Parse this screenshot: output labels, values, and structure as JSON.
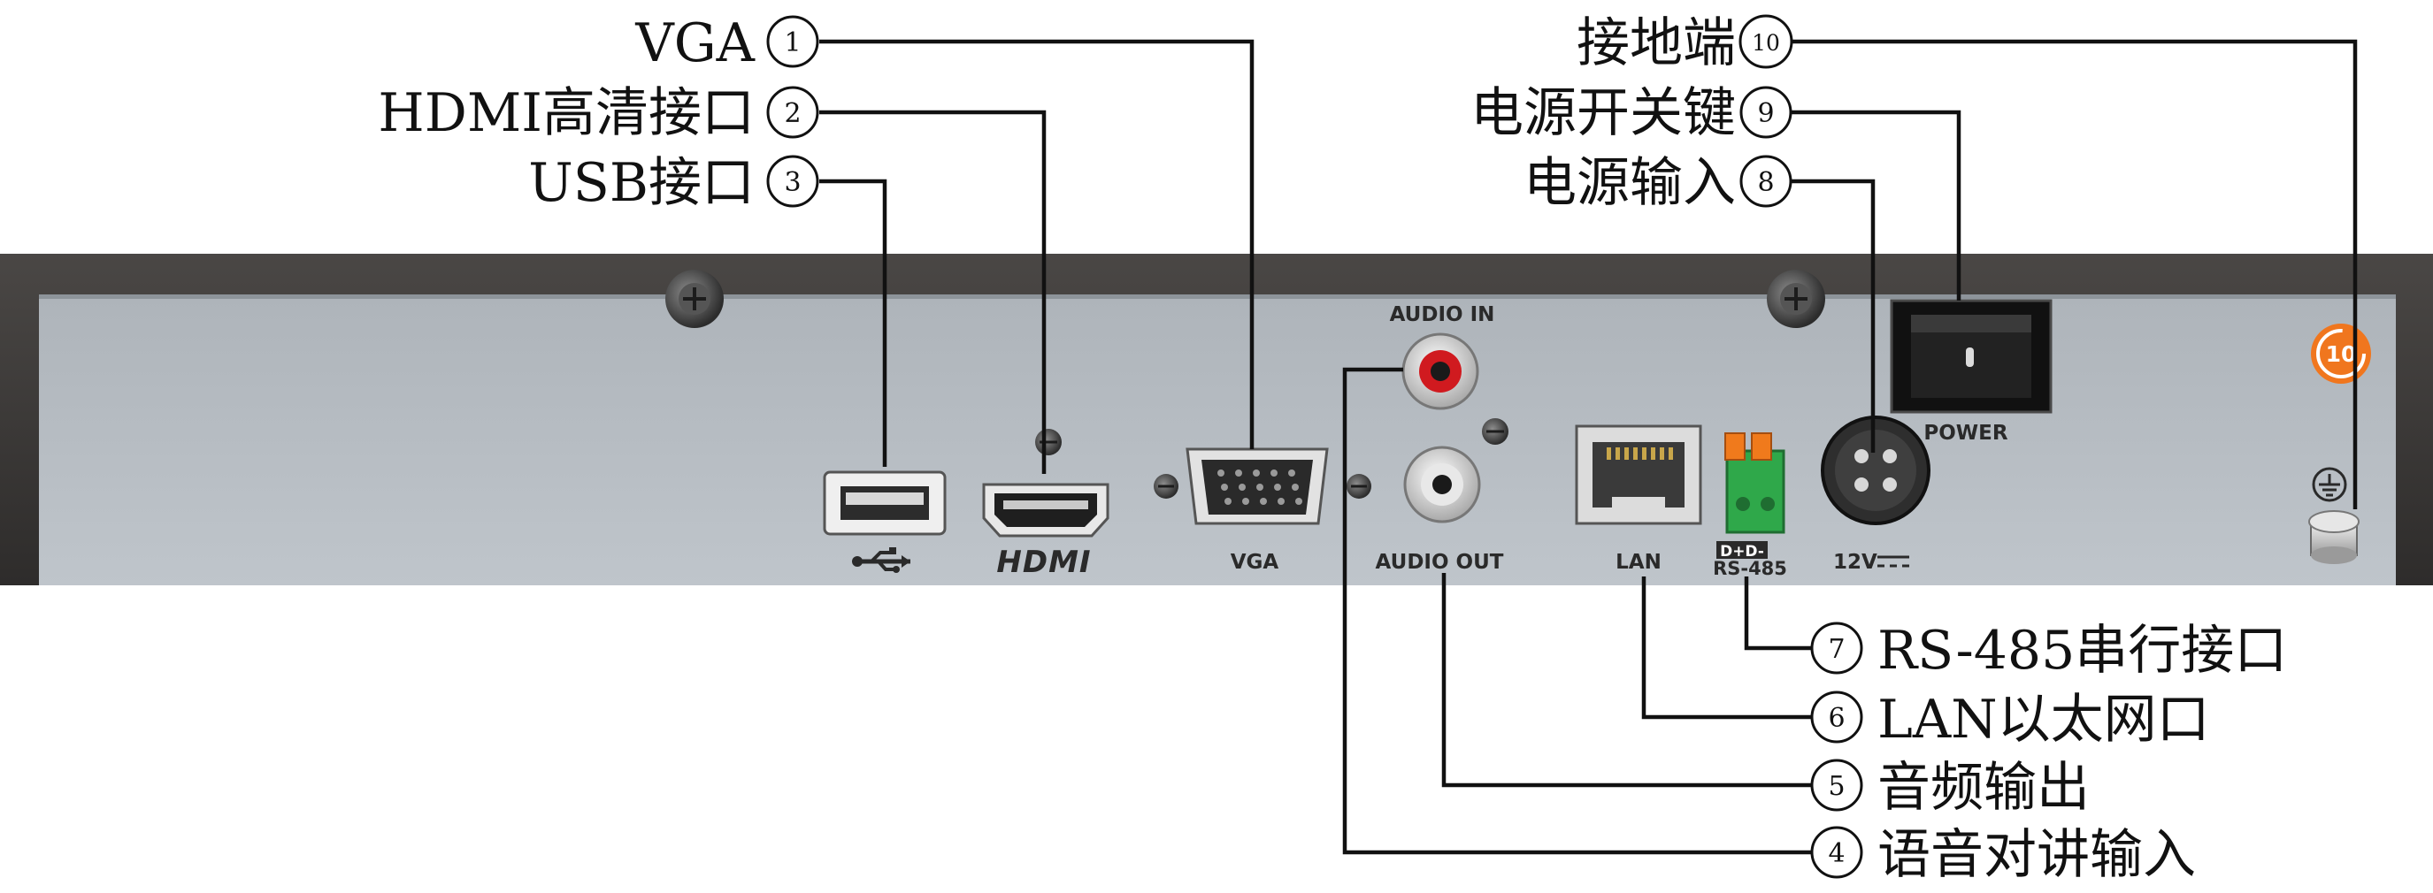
{
  "callouts": [
    {
      "id": "vga",
      "number": "1",
      "label": "VGA"
    },
    {
      "id": "hdmi",
      "number": "2",
      "label": "HDMI高清接口"
    },
    {
      "id": "usb",
      "number": "3",
      "label": "USB接口"
    },
    {
      "id": "audio-in",
      "number": "4",
      "label": "语音对讲输入"
    },
    {
      "id": "audio-out",
      "number": "5",
      "label": "音频输出"
    },
    {
      "id": "lan",
      "number": "6",
      "label": "LAN以太网口"
    },
    {
      "id": "rs485",
      "number": "7",
      "label": "RS-485串行接口"
    },
    {
      "id": "power-in",
      "number": "8",
      "label": "电源输入"
    },
    {
      "id": "power-switch",
      "number": "9",
      "label": "电源开关键"
    },
    {
      "id": "ground",
      "number": "10",
      "label": "接地端"
    }
  ],
  "panel": {
    "audio_in": "AUDIO IN",
    "audio_out": "AUDIO OUT",
    "vga": "VGA",
    "hdmi": "HDMI",
    "lan": "LAN",
    "rs485": "RS-485",
    "rs485_pins": "D+D-",
    "dc": "12V",
    "power": "POWER",
    "badge": "10"
  },
  "colors": {
    "chassis": "#3a3837",
    "panel": "#b4bac0",
    "audio_in_ring": "#d01a1f",
    "terminal_green": "#2fa84a",
    "terminal_orange": "#f07a1c",
    "badge_orange": "#f0761e"
  }
}
